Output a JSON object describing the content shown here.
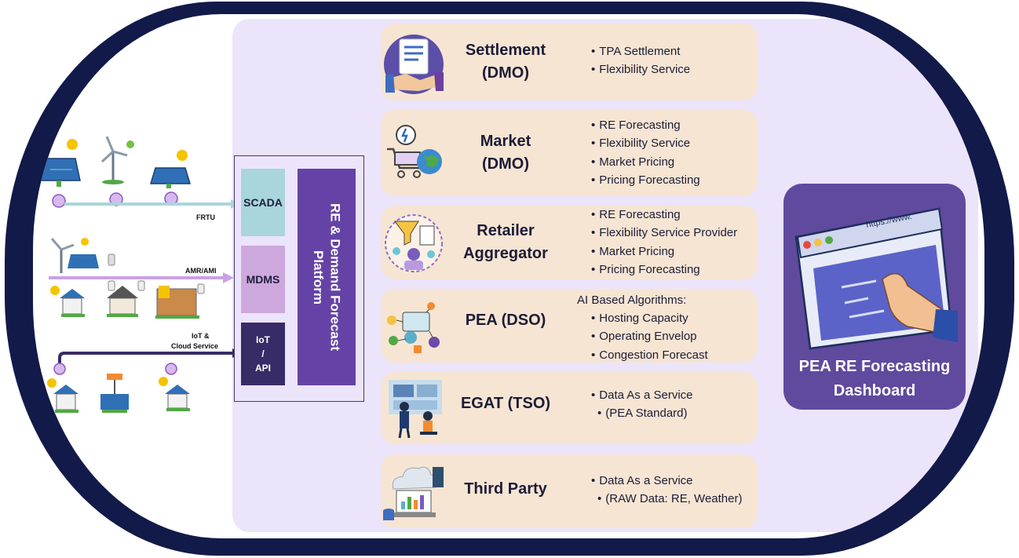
{
  "inputs": {
    "frtu": "FRTU",
    "amr": "AMR/AMI",
    "iot_line1": "IoT &",
    "iot_line2": "Cloud Service"
  },
  "blocks": {
    "scada": "SCADA",
    "mdms": "MDMS",
    "iot_l1": "IoT",
    "iot_l2": "/",
    "iot_l3": "API",
    "platform_l1": "RE & Demand Forecast",
    "platform_l2": "Platform"
  },
  "cards": [
    {
      "title_l1": "Settlement",
      "title_l2": "(DMO)",
      "bullets": [
        "TPA Settlement",
        "Flexibility Service"
      ],
      "icon": "handshake-document-icon"
    },
    {
      "title_l1": "Market",
      "title_l2": "(DMO)",
      "bullets": [
        "RE Forecasting",
        "Flexibility Service",
        "Market Pricing",
        "Pricing Forecasting"
      ],
      "icon": "shopping-cart-globe-icon"
    },
    {
      "title_l1": "Retailer",
      "title_l2": "Aggregator",
      "bullets": [
        "RE Forecasting",
        "Flexibility Service Provider",
        "Market Pricing",
        "Pricing Forecasting"
      ],
      "icon": "funnel-analytics-icon"
    },
    {
      "title_l1": "PEA (DSO)",
      "pre": "AI Based Algorithms:",
      "bullets": [
        "Hosting Capacity",
        "Operating Envelop",
        "Congestion Forecast"
      ],
      "icon": "ai-network-icon"
    },
    {
      "title_l1": "EGAT (TSO)",
      "bullets": [
        "Data As a Service",
        "(PEA Standard)"
      ],
      "icon": "control-room-icon"
    },
    {
      "title_l1": "Third Party",
      "bullets": [
        "Data As a Service",
        "(RAW Data: RE, Weather)"
      ],
      "icon": "cloud-database-icon"
    }
  ],
  "dashboard": {
    "url": "https://www.",
    "title_l1": "PEA RE Forecasting",
    "title_l2": "Dashboard"
  },
  "colors": {
    "frame": "#121a4a",
    "panel": "#ece4fb",
    "card": "#f6e5d3",
    "scada": "#a9d5dd",
    "mdms": "#cda8dc",
    "iot": "#372c66",
    "platform": "#6542a6",
    "dashboard": "#5f4a9e"
  }
}
